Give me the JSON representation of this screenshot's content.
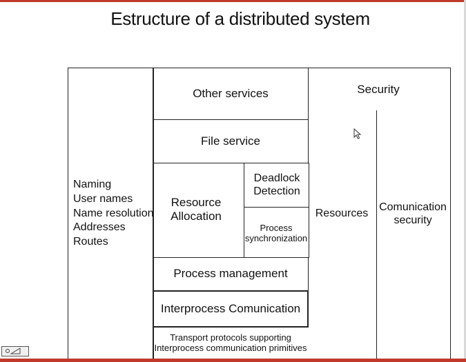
{
  "title": "Estructure of a distributed system",
  "left_column": {
    "lines": [
      "Naming",
      "User names",
      "Name resolution",
      "Addresses",
      "Routes"
    ]
  },
  "center_column": {
    "other_services": "Other services",
    "file_service": "File service",
    "resource_allocation": "Resource Allocation",
    "deadlock_detection": "Deadlock Detection",
    "process_synchronization": "Process synchronization",
    "process_management": "Process management",
    "interprocess_communication": "Interprocess Comunication",
    "transport_protocols": "Transport protocols supporting Interprocess communication primitives"
  },
  "right_columns": {
    "security": "Security",
    "resources": "Resources",
    "communication_security": "Comunication security"
  },
  "corner_icon": "pointer-icon",
  "colors": {
    "accent": "#c0392b",
    "line": "#222222"
  }
}
